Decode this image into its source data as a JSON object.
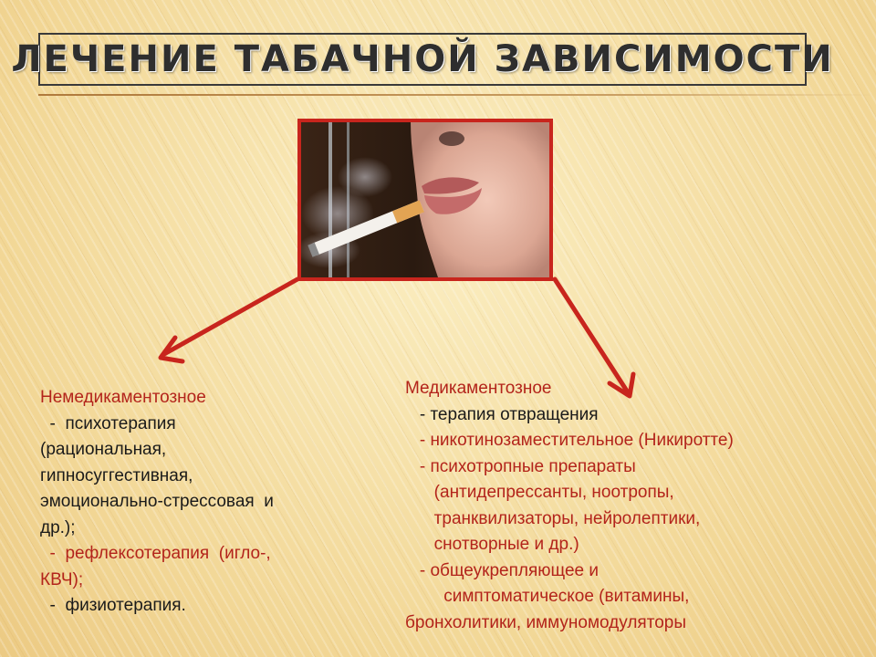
{
  "title": "ЛЕЧЕНИЕ ТАБАЧНОЙ ЗАВИСИМОСТИ",
  "accent_color": "#c8251d",
  "photo_icon": "smoking-person-photo",
  "left": {
    "heading": "Немедикаментозное",
    "lines": [
      "  -  психотерапия",
      "(рациональная,",
      "гипносуггестивная,",
      "эмоционально-стрессовая  и",
      "др.);",
      "  -  рефлексотерапия  (игло-,",
      "КВЧ);",
      "  -  физиотерапия."
    ]
  },
  "right": {
    "heading": "Медикаментозное",
    "lines": [
      "   - терапия отвращения",
      "   - никотинозаместительное (Никиротте)",
      "   - психотропные препараты",
      "      (антидепрессанты, ноотропы,",
      "      транквилизаторы, нейролептики,",
      "      снотворные и др.)",
      "   - общеукрепляющее и",
      "        симптоматическое (витамины,",
      "бронхолитики, иммуномодуляторы"
    ]
  }
}
